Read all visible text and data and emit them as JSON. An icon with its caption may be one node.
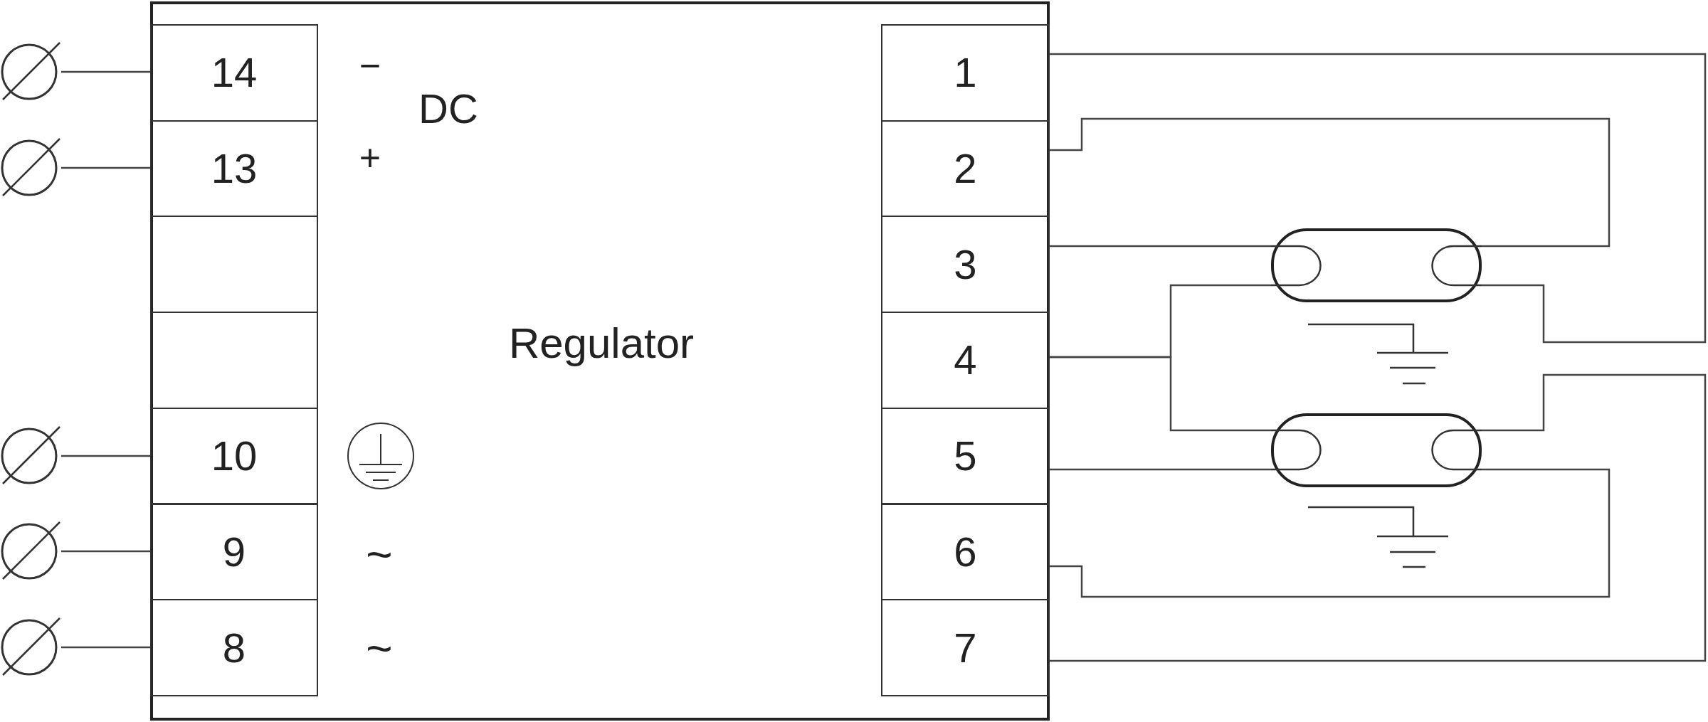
{
  "diagram": {
    "nodes": [
      {
        "text": [
          "Regulator"
        ]
      },
      {
        "text": [
          "14"
        ],
        "in": 0
      },
      {
        "text": [
          "13"
        ],
        "in": 0
      },
      {
        "text": [],
        "shape": "box",
        "in": 0
      },
      {
        "text": [],
        "shape": "box",
        "in": 0
      },
      {
        "text": [
          "10"
        ],
        "in": 0
      },
      {
        "text": [
          "9"
        ],
        "in": 0
      },
      {
        "text": [
          "8"
        ],
        "in": 0
      },
      {
        "text": [
          "1"
        ],
        "in": 0
      },
      {
        "text": [
          "2"
        ],
        "in": 0
      },
      {
        "text": [
          "3"
        ],
        "in": 0
      },
      {
        "text": [
          "4"
        ],
        "in": 0
      },
      {
        "text": [
          "5"
        ],
        "in": 0
      },
      {
        "text": [
          "6"
        ],
        "in": 0
      },
      {
        "text": [
          "7"
        ],
        "in": 0
      },
      {
        "text": [],
        "shape": "circle"
      },
      {
        "text": [],
        "shape": "circle"
      },
      {
        "text": [],
        "shape": "circle"
      },
      {
        "text": [],
        "shape": "circle"
      },
      {
        "text": [],
        "shape": "circle"
      },
      {
        "text": [],
        "shape": "bar"
      },
      {
        "text": [],
        "shape": "bar"
      }
    ],
    "edges": [
      {
        "from": 15,
        "to": 1,
        "arrow": "none"
      },
      {
        "from": 16,
        "to": 2,
        "arrow": "none"
      },
      {
        "from": 17,
        "to": 5,
        "arrow": "none"
      },
      {
        "from": 18,
        "to": 6,
        "arrow": "none"
      },
      {
        "from": 19,
        "to": 7,
        "arrow": "none"
      },
      {
        "from": 8,
        "to": 20,
        "arrow": "none"
      },
      {
        "from": 9,
        "to": 20,
        "arrow": "none"
      },
      {
        "from": 10,
        "to": 20,
        "arrow": "none"
      },
      {
        "from": 11,
        "to": 20,
        "arrow": "none"
      },
      {
        "from": 11,
        "to": 21,
        "arrow": "none"
      },
      {
        "from": 12,
        "to": 21,
        "arrow": "none"
      },
      {
        "from": 13,
        "to": 21,
        "arrow": "none"
      },
      {
        "from": 14,
        "to": 21,
        "arrow": "none"
      }
    ],
    "labels": [
      "−",
      "DC",
      "+",
      "~",
      "~"
    ]
  }
}
